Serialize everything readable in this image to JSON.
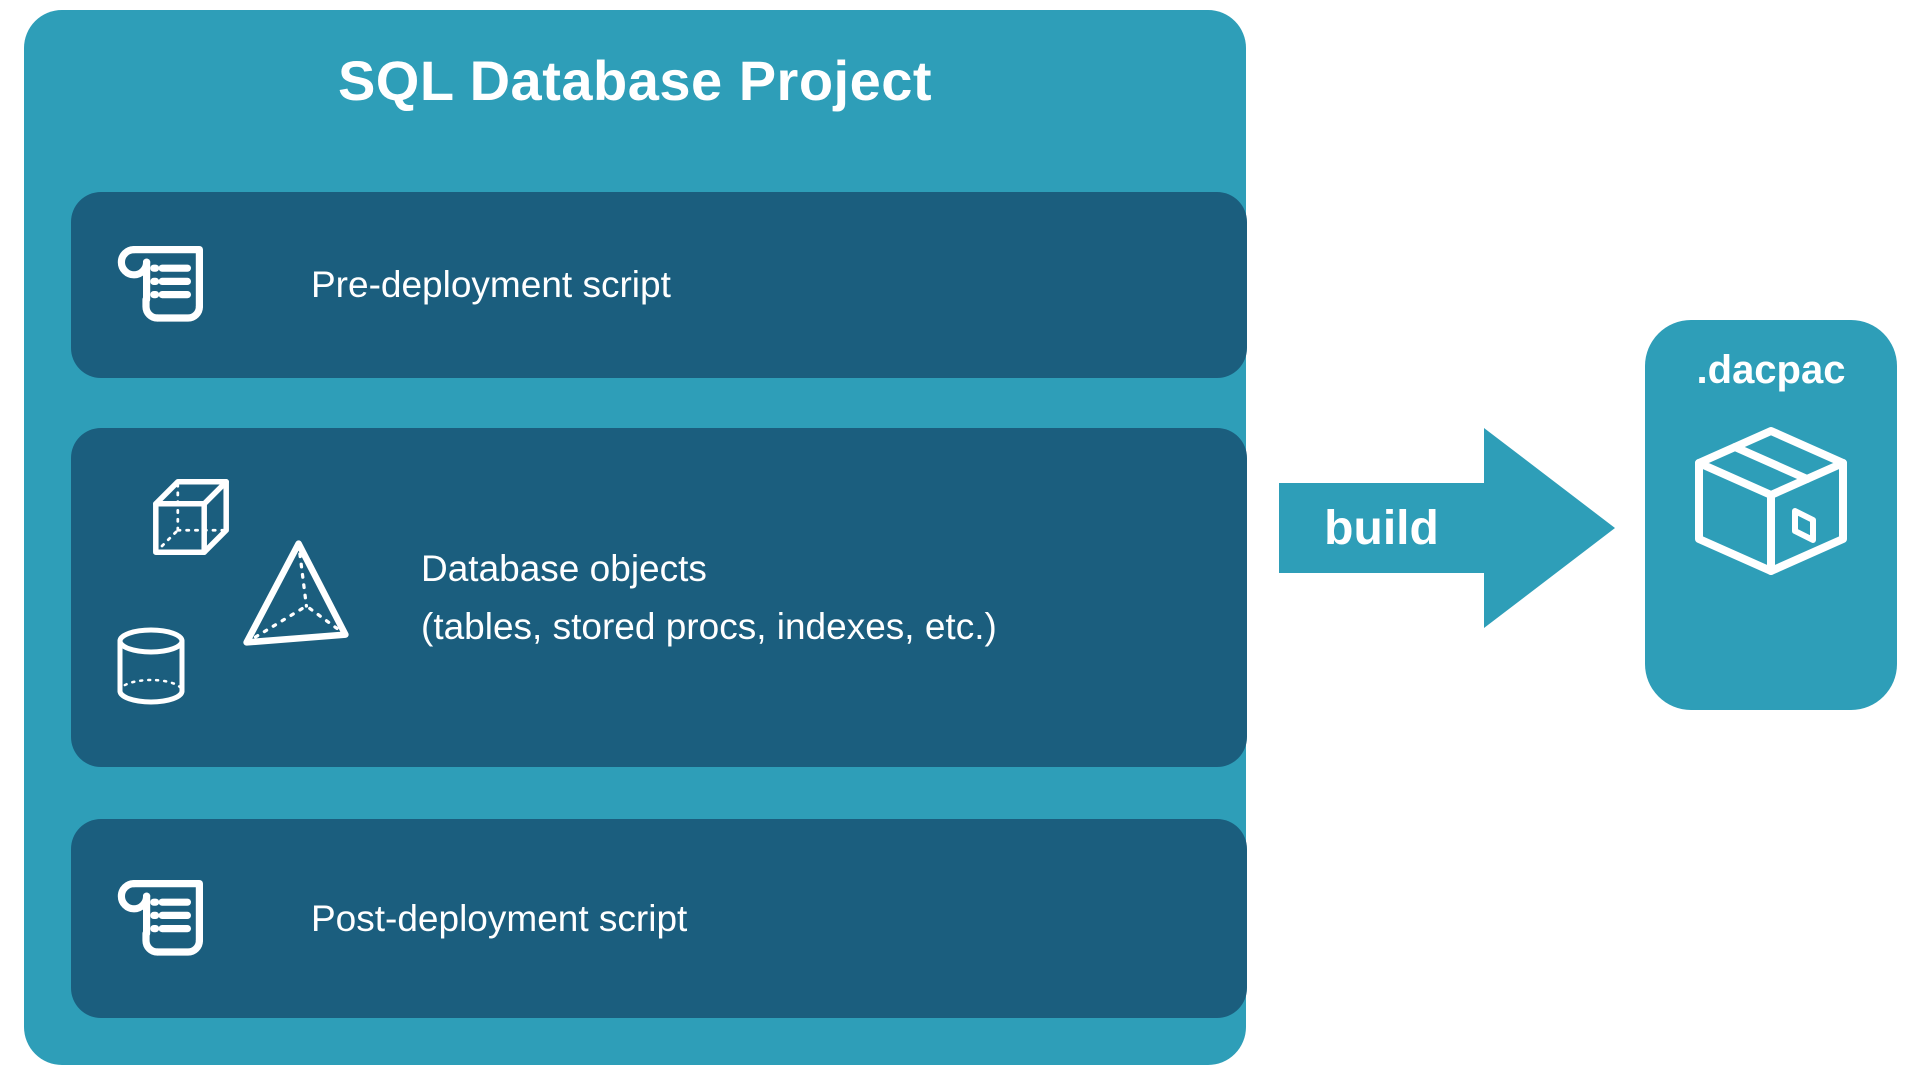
{
  "colors": {
    "background": "#ffffff",
    "outer_box": "#2E9EB8",
    "inner_box": "#1B5E7E",
    "arrow": "#2E9EB8",
    "dacpac_box": "#2E9EB8",
    "text": "#ffffff"
  },
  "project": {
    "title": "SQL Database Project",
    "items": [
      {
        "label": "Pre-deployment script",
        "icon": "script-scroll-icon"
      },
      {
        "line1": "Database objects",
        "line2": "(tables, stored procs, indexes, etc.)",
        "icons": [
          "cube-icon",
          "pyramid-icon",
          "cylinder-icon"
        ]
      },
      {
        "label": "Post-deployment script",
        "icon": "script-scroll-icon"
      }
    ]
  },
  "arrow": {
    "label": "build"
  },
  "output": {
    "label": ".dacpac",
    "icon": "package-icon"
  }
}
